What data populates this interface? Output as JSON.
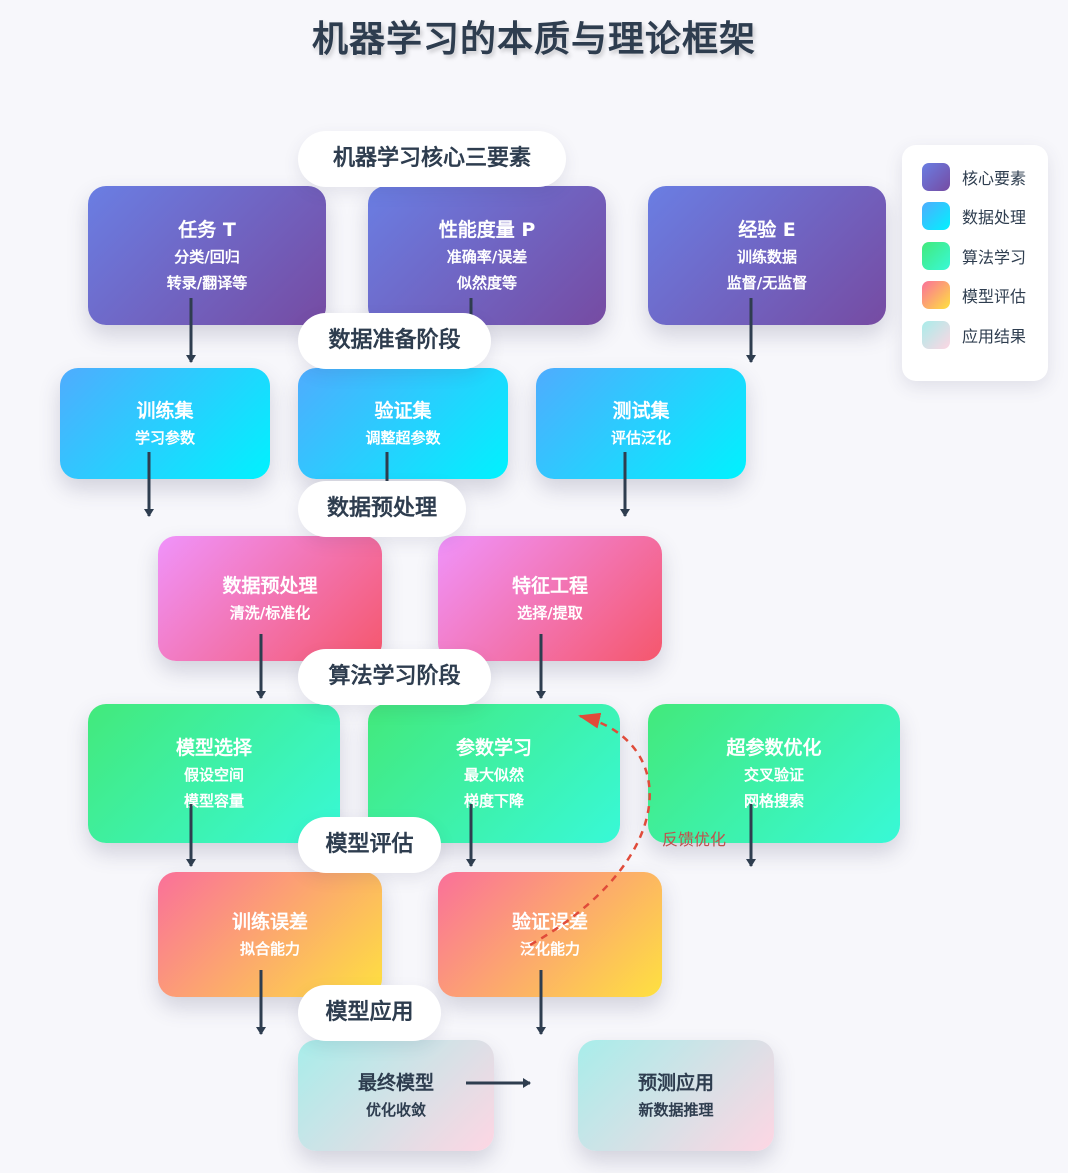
{
  "title": "机器学习的本质与理论框架",
  "stages": {
    "core": "机器学习核心三要素",
    "data_prep": "数据准备阶段",
    "preprocess": "数据预处理",
    "algorithm": "算法学习阶段",
    "evaluation": "模型评估",
    "application": "模型应用"
  },
  "boxes": {
    "task": {
      "title": "任务 T",
      "line1": "分类/回归",
      "line2": "转录/翻译等"
    },
    "performance": {
      "title": "性能度量 P",
      "line1": "准确率/误差",
      "line2": "似然度等"
    },
    "experience": {
      "title": "经验 E",
      "line1": "训练数据",
      "line2": "监督/无监督"
    },
    "train_set": {
      "title": "训练集",
      "line1": "学习参数"
    },
    "val_set": {
      "title": "验证集",
      "line1": "调整超参数"
    },
    "test_set": {
      "title": "测试集",
      "line1": "评估泛化"
    },
    "preprocessing": {
      "title": "数据预处理",
      "line1": "清洗/标准化"
    },
    "feature_eng": {
      "title": "特征工程",
      "line1": "选择/提取"
    },
    "model_select": {
      "title": "模型选择",
      "line1": "假设空间",
      "line2": "模型容量"
    },
    "param_learn": {
      "title": "参数学习",
      "line1": "最大似然",
      "line2": "梯度下降"
    },
    "hyper_opt": {
      "title": "超参数优化",
      "line1": "交叉验证",
      "line2": "网格搜索"
    },
    "train_err": {
      "title": "训练误差",
      "line1": "拟合能力"
    },
    "val_err": {
      "title": "验证误差",
      "line1": "泛化能力"
    },
    "final_model": {
      "title": "最终模型",
      "line1": "优化收敛"
    },
    "prediction": {
      "title": "预测应用",
      "line1": "新数据推理"
    }
  },
  "feedback_label": "反馈优化",
  "legend": [
    {
      "label": "核心要素",
      "colors": [
        "#6a7ee3",
        "#764ba2"
      ]
    },
    {
      "label": "数据处理",
      "colors": [
        "#4facfe",
        "#00f2fe"
      ]
    },
    {
      "label": "算法学习",
      "colors": [
        "#43e97b",
        "#38f9d7"
      ]
    },
    {
      "label": "模型评估",
      "colors": [
        "#fa709a",
        "#fee140"
      ]
    },
    {
      "label": "应用结果",
      "colors": [
        "#a8edea",
        "#fed6e3"
      ]
    }
  ],
  "colors": {
    "arrow": "#2e3d4f",
    "feedback": "#e04b3a",
    "title": "#2e3d4f"
  }
}
